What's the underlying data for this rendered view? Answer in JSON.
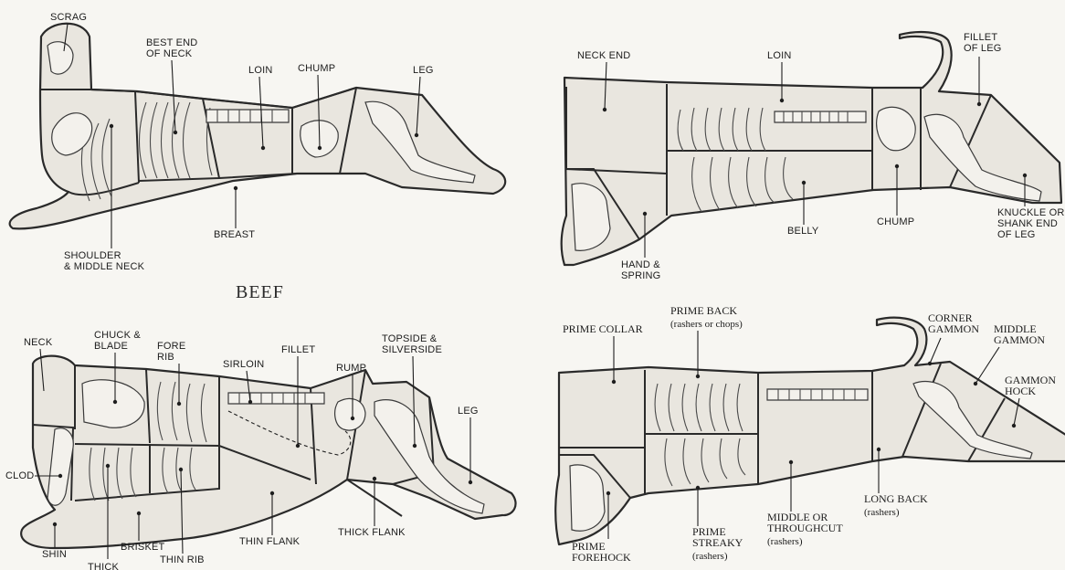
{
  "lamb": {
    "cuts": [
      {
        "id": "scrag",
        "label": "SCRAG"
      },
      {
        "id": "best-end",
        "label": [
          "BEST END",
          "OF NECK"
        ]
      },
      {
        "id": "loin",
        "label": "LOIN"
      },
      {
        "id": "chump",
        "label": "CHUMP"
      },
      {
        "id": "leg",
        "label": "LEG"
      },
      {
        "id": "breast",
        "label": "BREAST"
      },
      {
        "id": "shoulder",
        "label": [
          "SHOULDER",
          "& MIDDLE NECK"
        ]
      }
    ]
  },
  "pork": {
    "cuts": [
      {
        "id": "neck-end",
        "label": "NECK END"
      },
      {
        "id": "loin",
        "label": "LOIN"
      },
      {
        "id": "fillet-leg",
        "label": [
          "FILLET",
          "OF LEG"
        ]
      },
      {
        "id": "hand-spring",
        "label": [
          "HAND &",
          "SPRING"
        ]
      },
      {
        "id": "belly",
        "label": "BELLY"
      },
      {
        "id": "chump",
        "label": "CHUMP"
      },
      {
        "id": "knuckle",
        "label": [
          "KNUCKLE OR",
          "SHANK END",
          "OF LEG"
        ]
      }
    ]
  },
  "beef": {
    "heading": "BEEF",
    "cuts": [
      {
        "id": "neck",
        "label": "NECK"
      },
      {
        "id": "chuck",
        "label": [
          "CHUCK &",
          "BLADE"
        ]
      },
      {
        "id": "fore-rib",
        "label": [
          "FORE",
          "RIB"
        ]
      },
      {
        "id": "sirloin",
        "label": "SIRLOIN"
      },
      {
        "id": "fillet",
        "label": "FILLET"
      },
      {
        "id": "rump",
        "label": "RUMP"
      },
      {
        "id": "topside",
        "label": [
          "TOPSIDE &",
          "SILVERSIDE"
        ]
      },
      {
        "id": "leg",
        "label": "LEG"
      },
      {
        "id": "clod",
        "label": "CLOD"
      },
      {
        "id": "shin",
        "label": "SHIN"
      },
      {
        "id": "thick-rib",
        "label": "THICK"
      },
      {
        "id": "brisket",
        "label": "BRISKET"
      },
      {
        "id": "thin-rib",
        "label": "THIN RIB"
      },
      {
        "id": "thin-flank",
        "label": "THIN FLANK"
      },
      {
        "id": "thick-flank",
        "label": "THICK FLANK"
      }
    ]
  },
  "bacon": {
    "cuts": [
      {
        "id": "prime-collar",
        "label": "PRIME COLLAR"
      },
      {
        "id": "prime-back",
        "label": "PRIME BACK",
        "sub": "(rashers or chops)"
      },
      {
        "id": "corner-gammon",
        "label": [
          "CORNER",
          "GAMMON"
        ]
      },
      {
        "id": "middle-gammon",
        "label": [
          "MIDDLE",
          "GAMMON"
        ]
      },
      {
        "id": "gammon-hock",
        "label": [
          "GAMMON",
          "HOCK"
        ]
      },
      {
        "id": "prime-forehock",
        "label": [
          "PRIME",
          "FOREHOCK"
        ]
      },
      {
        "id": "prime-streaky",
        "label": [
          "PRIME",
          "STREAKY"
        ],
        "sub": "(rashers)"
      },
      {
        "id": "middle",
        "label": [
          "MIDDLE OR",
          "THROUGHCUT"
        ],
        "sub": "(rashers)"
      },
      {
        "id": "long-back",
        "label": "LONG BACK",
        "sub": "(rashers)"
      }
    ]
  }
}
